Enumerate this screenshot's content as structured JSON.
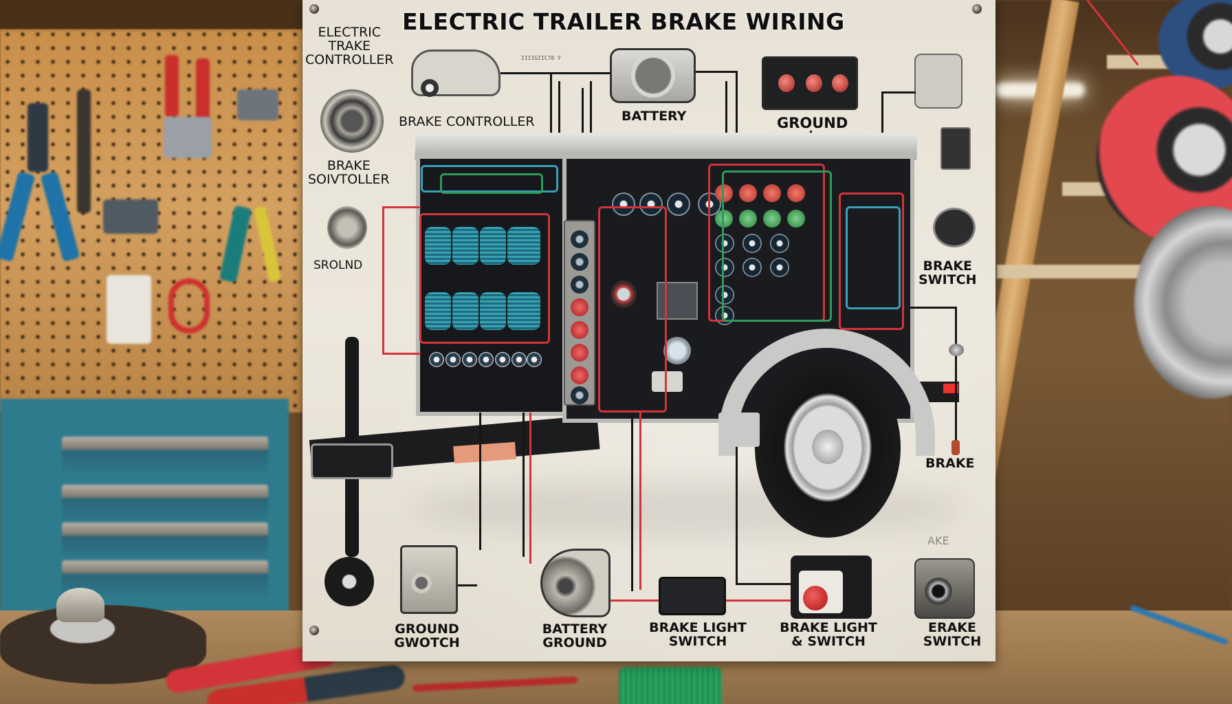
{
  "scene": {
    "description": "Workshop scene with a wiring diagram poster mounted on a board",
    "background_items": [
      "pegboard-with-tools",
      "teal-tool-chest",
      "wooden-ladder",
      "red-wire-spool",
      "blue-wire-spool",
      "trailer-rim",
      "tape-roll",
      "red-pliers",
      "green-wire-spool"
    ]
  },
  "poster": {
    "title": "ELECTRIC TRAILER BRAKE  WIRING",
    "micro_text": "IIIIGIIC78 Y",
    "top_labels": {
      "electric_trake_controller": "ELECTRIC\nTRAKE\nCONTROLLER",
      "brake_controller": "BRAKE CONTROLLER",
      "battery": "BATTERY",
      "ground": "GROUND"
    },
    "left_labels": {
      "brake_soontoller": "BRAKE\nSOIVTOLLER",
      "sroind": "SROLND"
    },
    "right_labels": {
      "brake_switch": "BRAKE\nSWITCH",
      "brake": "BRAKE",
      "ake_ghost": "AKE"
    },
    "bottom_labels": [
      {
        "id": "ground-swotch",
        "text": "GROUND\nGWOTCH"
      },
      {
        "id": "battery-ground",
        "text": "BATTERY\nGROUND"
      },
      {
        "id": "brake-light-switch",
        "text": "BRAKE LIGHT\nSWITCH"
      },
      {
        "id": "brake-light-and-switch",
        "text": "BRAKE LIGHT\n& SWITCH"
      },
      {
        "id": "erake-switch",
        "text": "ERAKE\nSWITCH"
      }
    ],
    "colors": {
      "poster_bg": "#e8e2d6",
      "wire_red": "#d3343a",
      "wire_black": "#151515",
      "wire_teal": "#3aa0b5",
      "wire_green": "#2f9b5a",
      "trailer_body": "#17181c"
    }
  }
}
